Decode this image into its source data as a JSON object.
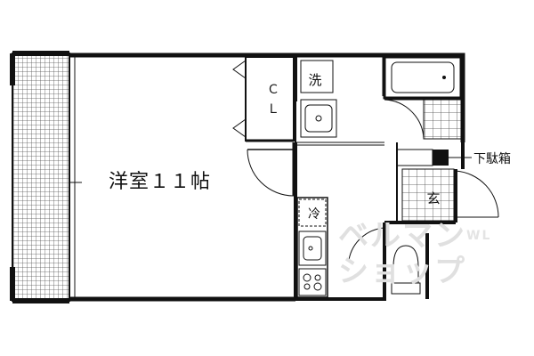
{
  "rooms": {
    "western_room": "洋室１１帖",
    "closet": "ＣＬ",
    "laundry": "洗",
    "fridge": "冷",
    "entrance": "玄",
    "shoe_box": "下駄箱"
  },
  "watermark": {
    "line1": "ベルマン",
    "line1_small": "WL",
    "line2": "ショップ"
  }
}
